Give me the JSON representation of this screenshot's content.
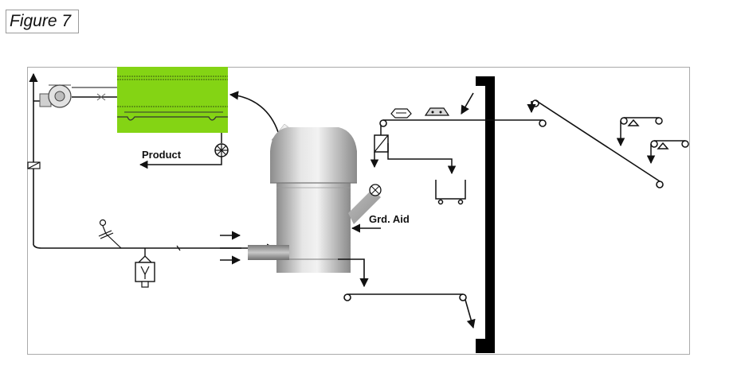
{
  "figure_label": "Figure 7",
  "labels": {
    "product": "Product",
    "grinding_aid": "Grd. Aid"
  },
  "colors": {
    "separator_fill": "#84d414",
    "line": "#111111",
    "frame": "#aaaaaa",
    "wall": "#000000",
    "mill_body": "#c8c8c8"
  }
}
